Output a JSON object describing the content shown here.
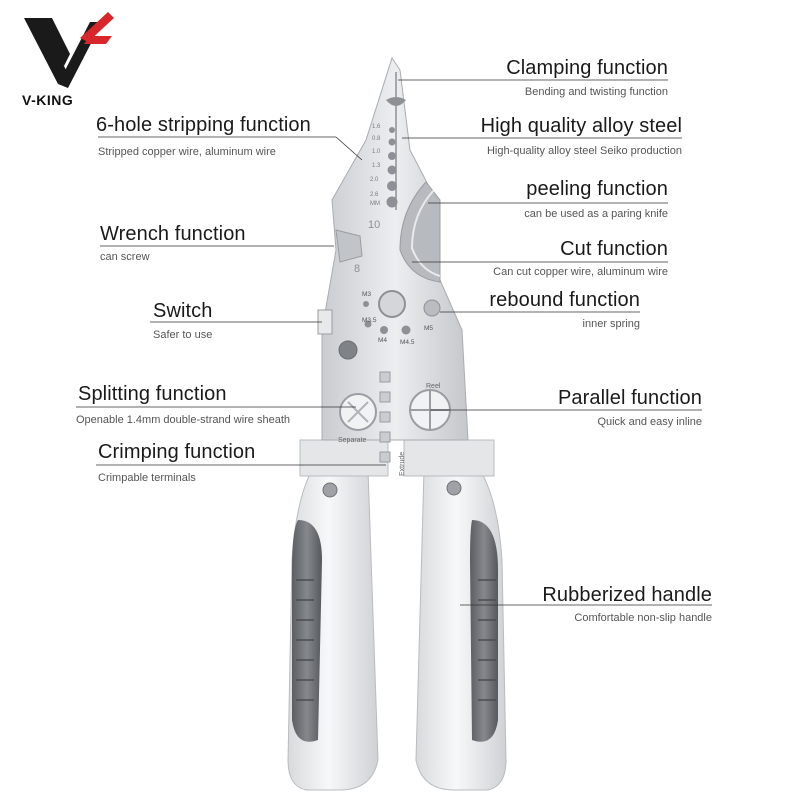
{
  "brand": {
    "name": "V-KING",
    "logo_icon": "vk-logo-icon",
    "accent": "#d8262a"
  },
  "features": {
    "clamping": {
      "title": "Clamping function",
      "desc": "Bending and twisting function"
    },
    "stripping": {
      "title": "6-hole stripping function",
      "desc": "Stripped copper wire, aluminum wire"
    },
    "alloy": {
      "title": "High quality alloy steel",
      "desc": "High-quality alloy steel Seiko production"
    },
    "peeling": {
      "title": "peeling function",
      "desc": "can be used as a paring knife"
    },
    "wrench": {
      "title": "Wrench function",
      "desc": "can screw"
    },
    "cut": {
      "title": "Cut function",
      "desc": "Can cut copper wire, aluminum wire"
    },
    "switch": {
      "title": "Switch",
      "desc": "Safer to use"
    },
    "rebound": {
      "title": "rebound function",
      "desc": "inner spring"
    },
    "splitting": {
      "title": "Splitting function",
      "desc": "Openable 1.4mm double-strand wire sheath"
    },
    "parallel": {
      "title": "Parallel function",
      "desc": "Quick and easy inline"
    },
    "crimping": {
      "title": "Crimping function",
      "desc": "Crimpable terminals"
    },
    "handle": {
      "title": "Rubberized handle",
      "desc": "Comfortable non-slip handle"
    }
  },
  "tool_marks": {
    "gauges": [
      "1.6",
      "0.8",
      "1.0",
      "1.3",
      "2.0",
      "2.6",
      "MM"
    ],
    "wrench_sizes": [
      "10",
      "8"
    ],
    "screw_sizes": [
      "M3",
      "M3.5",
      "M4",
      "M4.5",
      "M5"
    ],
    "separate": "Separate",
    "reel": "Reel",
    "extrude": "Extrude"
  },
  "colors": {
    "steel": "#d9dbde",
    "handle_white": "#eeeff1",
    "grip_gray": "#6f7276",
    "line": "#333333"
  }
}
